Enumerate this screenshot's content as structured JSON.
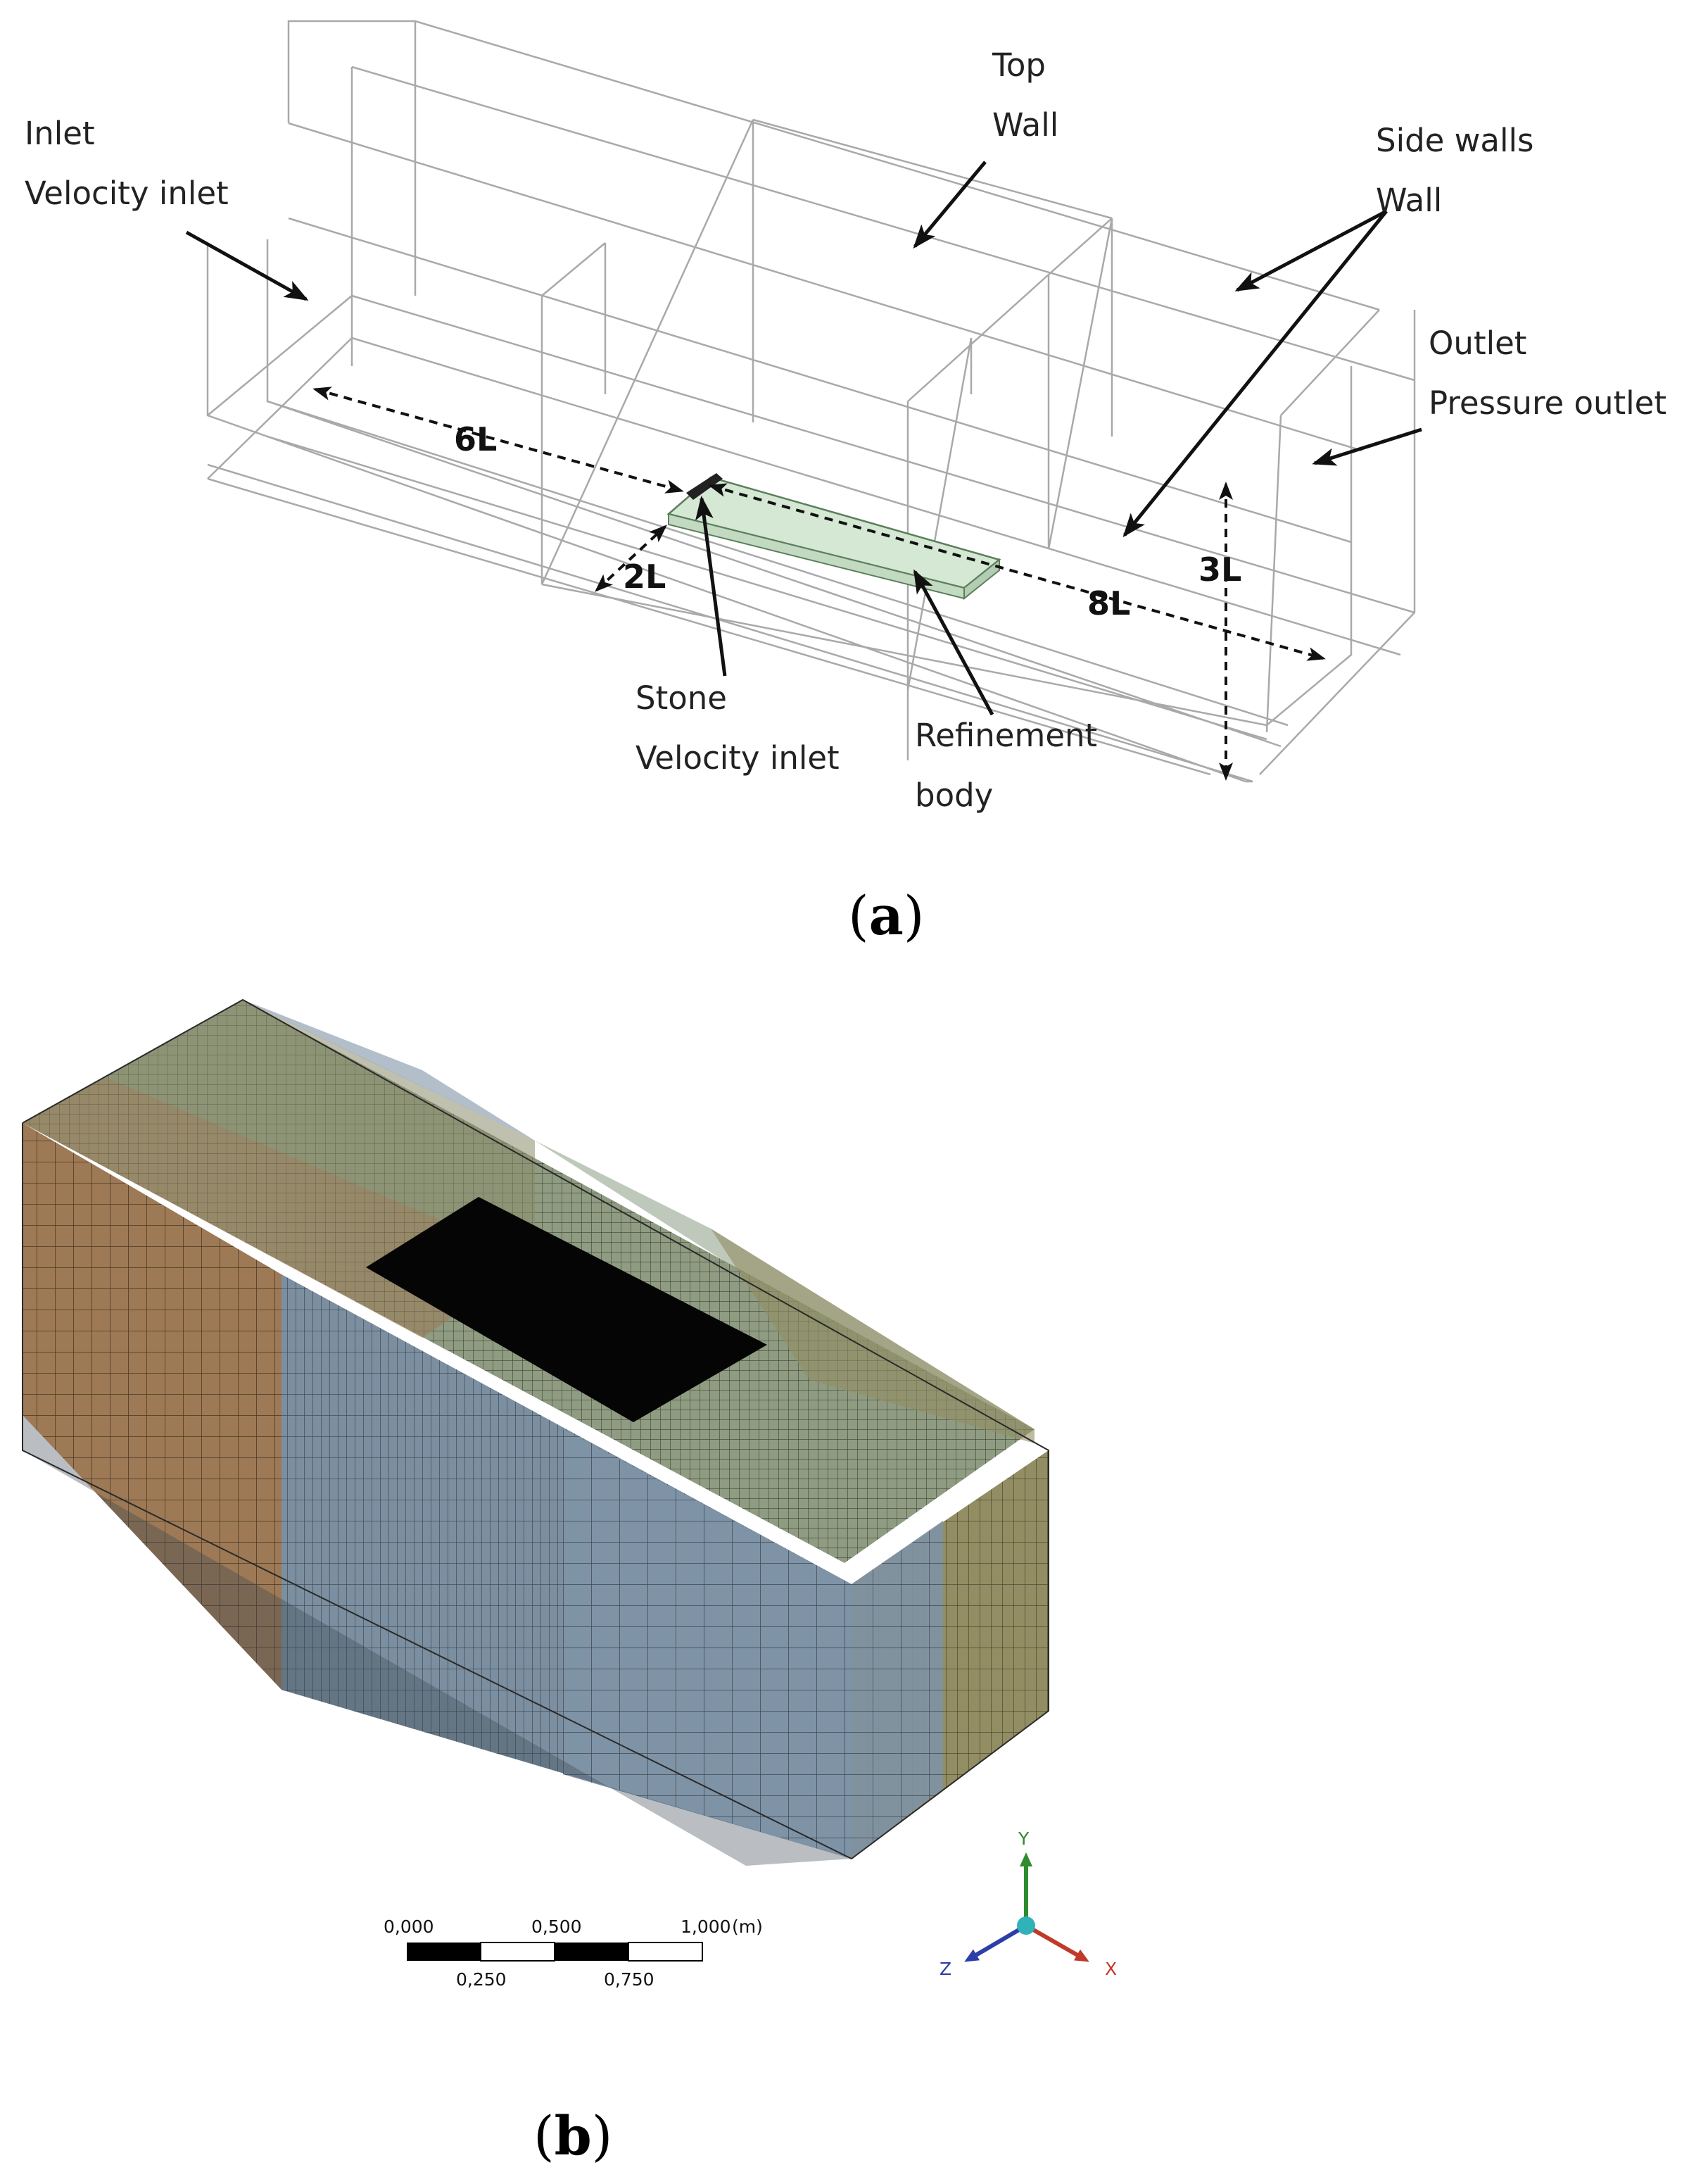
{
  "panel_a": {
    "letter_open": "(",
    "letter": "a",
    "letter_close": ")",
    "labels": {
      "inlet_title": "Inlet",
      "inlet_type": "Velocity inlet",
      "top_title": "Top",
      "top_type": "Wall",
      "side_title": "Side walls",
      "side_type": "Wall",
      "outlet_title": "Outlet",
      "outlet_type": "Pressure outlet",
      "stone_title": "Stone",
      "stone_type": "Velocity inlet",
      "refinement_line1": "Refinement",
      "refinement_line2": "body"
    },
    "dimensions": {
      "upstream": "6L",
      "lateral": "2L",
      "downstream": "8L",
      "height": "3L"
    }
  },
  "panel_b": {
    "letter_open": "(",
    "letter": "b",
    "letter_close": ")",
    "scale_bar": {
      "top_ticks": [
        "0,000",
        "0,500",
        "1,000"
      ],
      "unit": "(m)",
      "bottom_ticks": [
        "0,250",
        "0,750"
      ]
    },
    "axes": {
      "y": "Y",
      "x": "X",
      "z": "Z"
    }
  },
  "colors": {
    "refinement_fill": "#d5e8d4",
    "mesh_blue": "#7f93a6",
    "mesh_olive": "#8d8d6c",
    "mesh_brown": "#9d7a55",
    "mesh_green": "#7f9378",
    "mesh_tan": "#928d63",
    "axis_y": "#2e8b2e",
    "axis_x": "#c0392b",
    "axis_z": "#2c3ea8"
  }
}
